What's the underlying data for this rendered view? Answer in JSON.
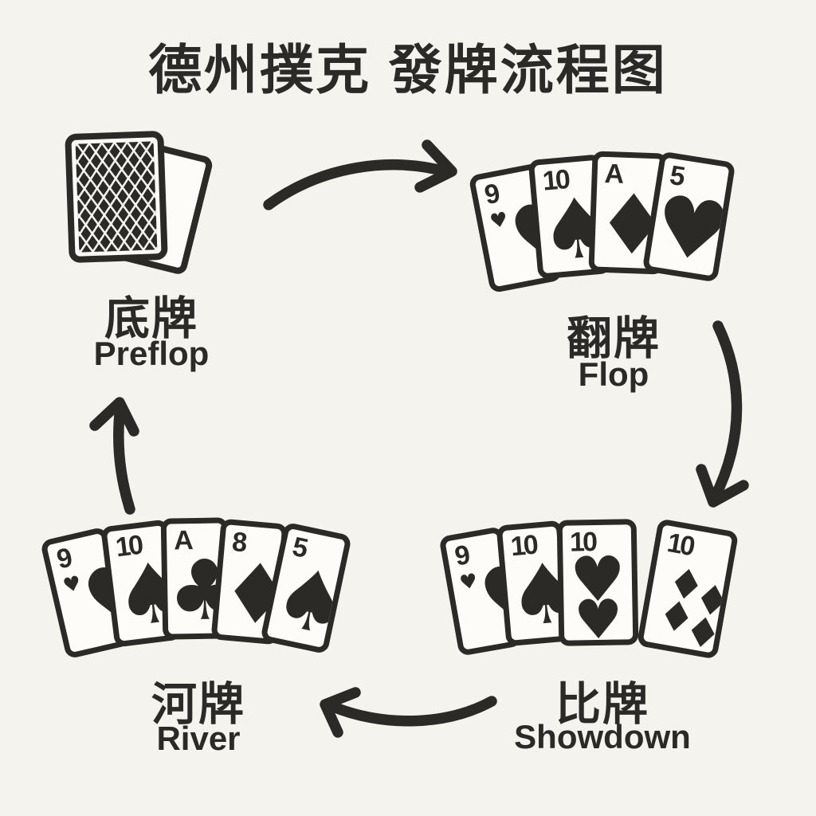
{
  "title": "德州撲克 發牌流程图",
  "colors": {
    "background": "#f5f3ee",
    "ink": "#2b2a27",
    "card_face": "#fdfcf9"
  },
  "stages": {
    "preflop": {
      "zh": "底牌",
      "en": "Preflop",
      "icon": "two-face-down-cards"
    },
    "flop": {
      "zh": "翻牌",
      "en": "Flop",
      "cards": [
        {
          "rank": "9",
          "suit": "heart",
          "glyph": "♥"
        },
        {
          "rank": "10",
          "suit": "spade",
          "glyph": "♠"
        },
        {
          "rank": "A",
          "suit": "diamond",
          "glyph": "♦"
        },
        {
          "rank": "5",
          "suit": "heart",
          "glyph": "♥"
        }
      ]
    },
    "showdown": {
      "zh": "比牌",
      "en": "Showdown",
      "cards": [
        {
          "rank": "9",
          "suit": "heart",
          "glyph": "♥"
        },
        {
          "rank": "10",
          "suit": "spade",
          "glyph": "♠"
        },
        {
          "rank": "10",
          "suit": "heart",
          "glyph": "♥"
        },
        {
          "rank": "10",
          "suit": "diamond",
          "glyph": "♦"
        }
      ]
    },
    "river": {
      "zh": "河牌",
      "en": "River",
      "cards": [
        {
          "rank": "9",
          "suit": "heart",
          "glyph": "♥"
        },
        {
          "rank": "10",
          "suit": "spade",
          "glyph": "♠"
        },
        {
          "rank": "A",
          "suit": "club",
          "glyph": "♣"
        },
        {
          "rank": "8",
          "suit": "diamond",
          "glyph": "♦"
        },
        {
          "rank": "5",
          "suit": "spade",
          "glyph": "♠"
        }
      ]
    }
  },
  "arrows": [
    {
      "from": "preflop",
      "to": "flop"
    },
    {
      "from": "flop",
      "to": "showdown"
    },
    {
      "from": "showdown",
      "to": "river"
    },
    {
      "from": "river",
      "to": "preflop"
    }
  ]
}
